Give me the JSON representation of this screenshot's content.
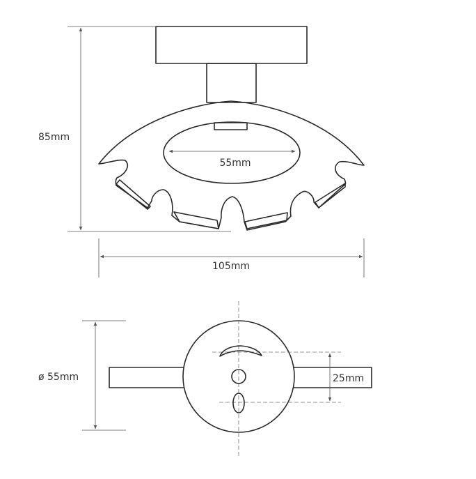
{
  "dimensions": {
    "height_label": "85mm",
    "opening_label": "55mm",
    "width_label": "105mm",
    "diameter_label": "ø 55mm",
    "spacing_label": "25mm"
  },
  "colors": {
    "line": "#2a2a2a",
    "dimension_line": "#555555",
    "text": "#333333"
  }
}
